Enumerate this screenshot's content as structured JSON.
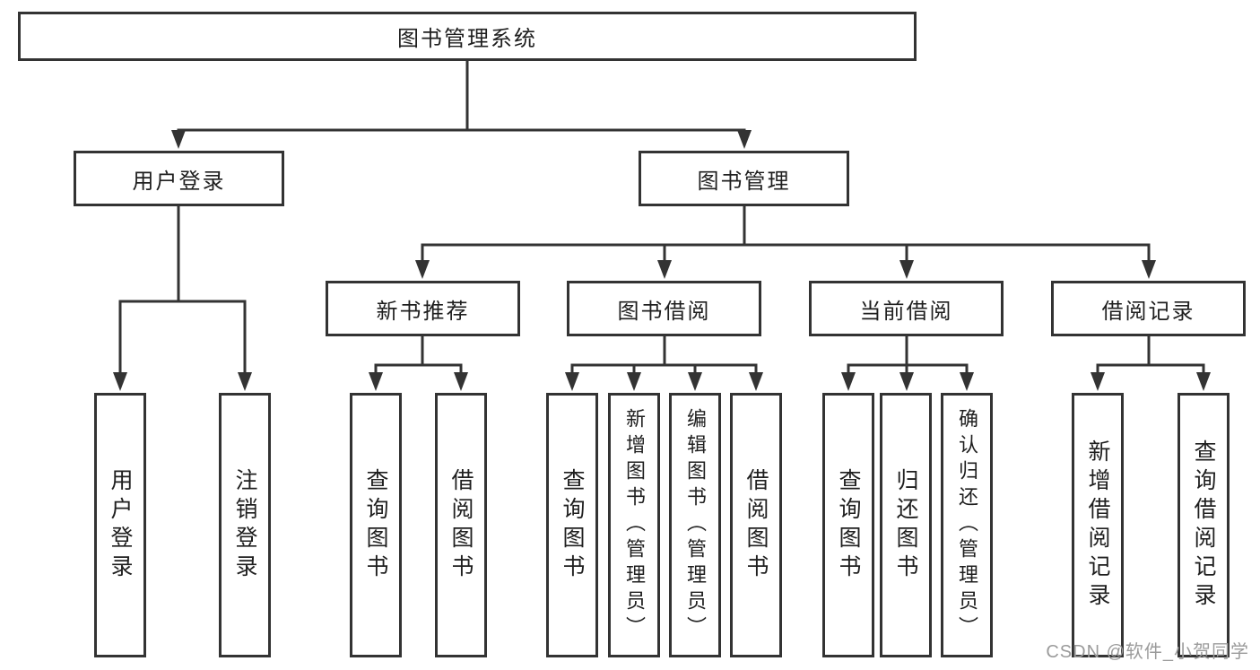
{
  "diagram_title": "图书管理系统",
  "tree": {
    "label": "图书管理系统",
    "children": [
      {
        "label": "用户登录",
        "children": [
          {
            "label": "用户登录"
          },
          {
            "label": "注销登录"
          }
        ]
      },
      {
        "label": "图书管理",
        "children": [
          {
            "label": "新书推荐",
            "children": [
              {
                "label": "查询图书"
              },
              {
                "label": "借阅图书"
              }
            ]
          },
          {
            "label": "图书借阅",
            "children": [
              {
                "label": "查询图书"
              },
              {
                "label": "新增图书（管理员）"
              },
              {
                "label": "编辑图书（管理员）"
              },
              {
                "label": "借阅图书"
              }
            ]
          },
          {
            "label": "当前借阅",
            "children": [
              {
                "label": "查询图书"
              },
              {
                "label": "归还图书"
              },
              {
                "label": "确认归还（管理员）"
              }
            ]
          },
          {
            "label": "借阅记录",
            "children": [
              {
                "label": "新增借阅记录"
              },
              {
                "label": "查询借阅记录"
              }
            ]
          }
        ]
      }
    ]
  },
  "watermark": {
    "text": "CSDN @软件_小贺同学"
  },
  "colors": {
    "line": "#333333",
    "box_border": "#333333",
    "text": "#1f1f1f",
    "watermark_gray": "#9b9b9b",
    "background": "#ffffff"
  }
}
